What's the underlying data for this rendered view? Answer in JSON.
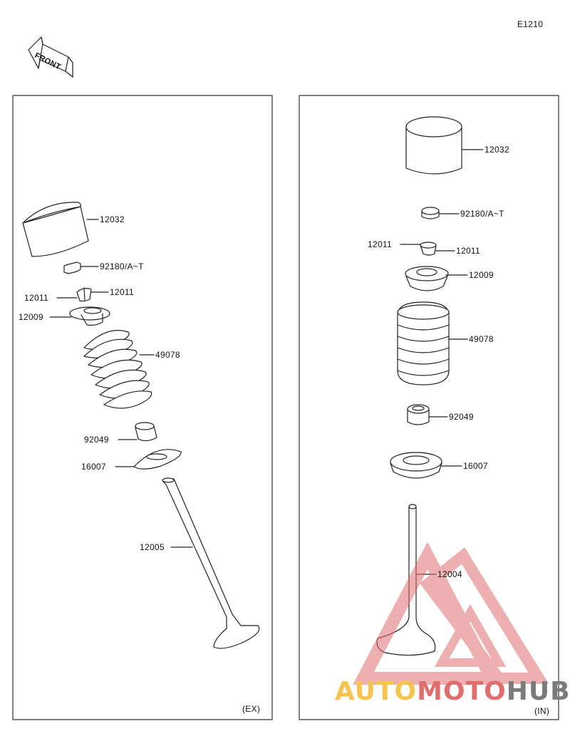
{
  "page_code": "E1210",
  "front_label": "FRONT",
  "left_panel": {
    "tag": "(EX)",
    "labels": {
      "cap": "12032",
      "shim": "92180/A~T",
      "cotter_left": "12011",
      "cotter_right": "12011",
      "retainer": "12009",
      "spring": "49078",
      "seal": "92049",
      "seat": "16007",
      "valve": "12005"
    }
  },
  "right_panel": {
    "tag": "(IN)",
    "labels": {
      "cap": "12032",
      "shim": "92180/A~T",
      "cotter_left": "12011",
      "cotter_right": "12011",
      "retainer": "12009",
      "spring": "49078",
      "seal": "92049",
      "seat": "16007",
      "valve": "12004"
    }
  },
  "watermark": {
    "part1": "AUTO",
    "part2": "MOTO",
    "part3": "HUB",
    "color_yellow": "#f6c34c",
    "color_red": "#e06e6e",
    "color_grey": "#7b7b7b"
  }
}
